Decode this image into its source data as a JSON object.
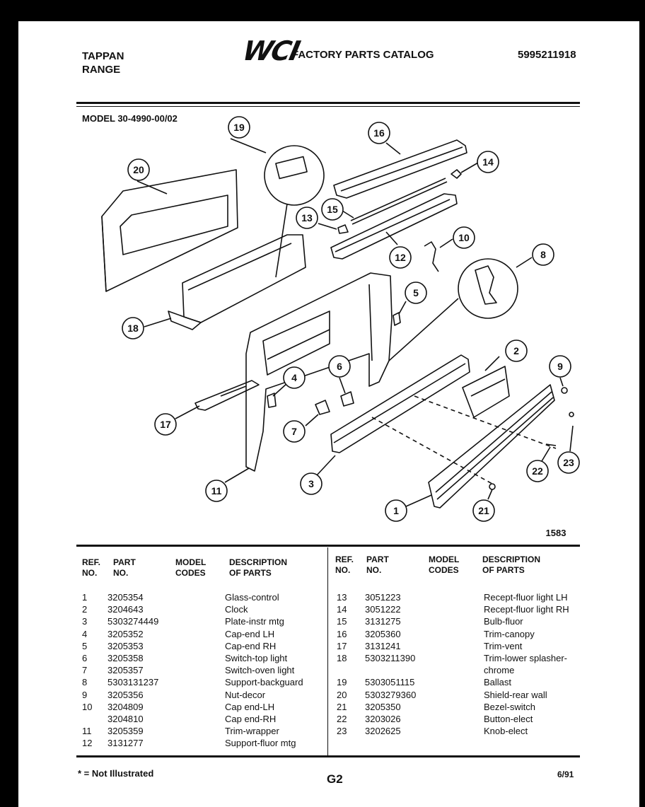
{
  "header": {
    "brand_line1": "TAPPAN",
    "brand_line2": "RANGE",
    "logo_text": "WCI",
    "catalog_title": "FACTORY PARTS CATALOG",
    "catalog_number": "5995211918"
  },
  "model_label": "MODEL 30-4990-00/02",
  "diagram": {
    "callouts": [
      "1",
      "2",
      "3",
      "4",
      "5",
      "6",
      "7",
      "8",
      "9",
      "10",
      "11",
      "12",
      "13",
      "14",
      "15",
      "16",
      "17",
      "18",
      "19",
      "20",
      "21",
      "22",
      "23"
    ],
    "drawing_number": "1583"
  },
  "table": {
    "headers": {
      "ref_line1": "REF.",
      "ref_line2": "NO.",
      "part_line1": "PART",
      "part_line2": "NO.",
      "model_line1": "MODEL",
      "model_line2": "CODES",
      "desc_line1": "DESCRIPTION",
      "desc_line2": "OF PARTS"
    },
    "left_rows": [
      {
        "ref": "1",
        "part": "3205354",
        "desc": "Glass-control"
      },
      {
        "ref": "2",
        "part": "3204643",
        "desc": "Clock"
      },
      {
        "ref": "3",
        "part": "5303274449",
        "desc": "Plate-instr mtg"
      },
      {
        "ref": "4",
        "part": "3205352",
        "desc": "Cap-end LH"
      },
      {
        "ref": "5",
        "part": "3205353",
        "desc": "Cap-end RH"
      },
      {
        "ref": "6",
        "part": "3205358",
        "desc": "Switch-top light"
      },
      {
        "ref": "7",
        "part": "3205357",
        "desc": "Switch-oven light"
      },
      {
        "ref": "8",
        "part": "5303131237",
        "desc": "Support-backguard"
      },
      {
        "ref": "9",
        "part": "3205356",
        "desc": "Nut-decor"
      },
      {
        "ref": "10",
        "part": "3204809",
        "desc": "Cap end-LH"
      },
      {
        "ref": "",
        "part": "3204810",
        "desc": "Cap end-RH"
      },
      {
        "ref": "11",
        "part": "3205359",
        "desc": "Trim-wrapper"
      },
      {
        "ref": "12",
        "part": "3131277",
        "desc": "Support-fluor mtg"
      }
    ],
    "right_rows": [
      {
        "ref": "13",
        "part": "3051223",
        "desc": "Recept-fluor light LH"
      },
      {
        "ref": "14",
        "part": "3051222",
        "desc": "Recept-fluor light RH"
      },
      {
        "ref": "15",
        "part": "3131275",
        "desc": "Bulb-fluor"
      },
      {
        "ref": "16",
        "part": "3205360",
        "desc": "Trim-canopy"
      },
      {
        "ref": "17",
        "part": "3131241",
        "desc": "Trim-vent"
      },
      {
        "ref": "18",
        "part": "5303211390",
        "desc": "Trim-lower splasher-"
      },
      {
        "ref": "",
        "part": "",
        "desc": "chrome"
      },
      {
        "ref": "19",
        "part": "5303051115",
        "desc": "Ballast"
      },
      {
        "ref": "20",
        "part": "5303279360",
        "desc": "Shield-rear wall"
      },
      {
        "ref": "21",
        "part": "3205350",
        "desc": "Bezel-switch"
      },
      {
        "ref": "22",
        "part": "3203026",
        "desc": "Button-elect"
      },
      {
        "ref": "23",
        "part": "3202625",
        "desc": "Knob-elect"
      }
    ]
  },
  "footer": {
    "note": "* = Not Illustrated",
    "page_code": "G2",
    "date": "6/91"
  }
}
